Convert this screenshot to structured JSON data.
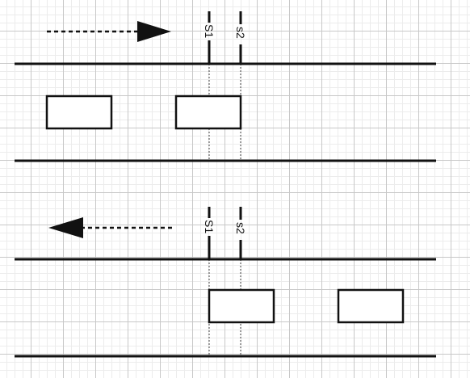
{
  "scenarios": [
    {
      "direction": "right",
      "sensors": [
        {
          "label": "S1"
        },
        {
          "label": "s2"
        }
      ],
      "vehicles": 2
    },
    {
      "direction": "left",
      "sensors": [
        {
          "label": "S1"
        },
        {
          "label": "s2"
        }
      ],
      "vehicles": 2
    }
  ]
}
